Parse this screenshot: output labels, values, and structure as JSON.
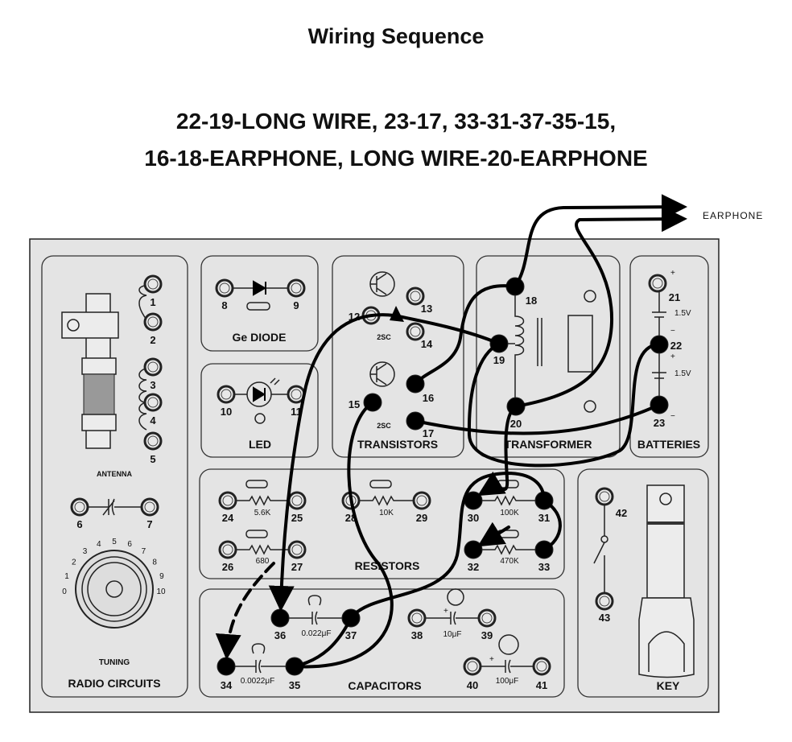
{
  "title": "Wiring Sequence",
  "sequence_line1": "22-19-LONG WIRE, 23-17, 33-31-37-35-15,",
  "sequence_line2": "16-18-EARPHONE, LONG WIRE-20-EARPHONE",
  "earphone_label": "EARPHONE",
  "sections": {
    "antenna": "ANTENNA",
    "radio_circuits": "RADIO CIRCUITS",
    "tuning": "TUNING",
    "diode": "Ge DIODE",
    "led": "LED",
    "transistors": "TRANSISTORS",
    "transistor_type": "2SC",
    "transformer": "TRANSFORMER",
    "batteries": "BATTERIES",
    "battery_voltage": "1.5V",
    "resistors": "RESISTORS",
    "capacitors": "CAPACITORS",
    "key": "KEY"
  },
  "components": {
    "r_24_25": "5.6K",
    "r_26_27": "680",
    "r_28_29": "10K",
    "r_30_31": "100K",
    "r_32_33": "470K",
    "c_36_37": "0.022μF",
    "c_34_35": "0.0022μF",
    "c_38_39": "10μF",
    "c_40_41": "100μF"
  },
  "polarity": {
    "plus": "+",
    "minus": "−"
  },
  "dial_numbers": [
    "0",
    "1",
    "2",
    "3",
    "4",
    "5",
    "6",
    "7",
    "8",
    "9",
    "10"
  ],
  "terminals": [
    {
      "id": "1",
      "connected": false
    },
    {
      "id": "2",
      "connected": false
    },
    {
      "id": "3",
      "connected": false
    },
    {
      "id": "4",
      "connected": false
    },
    {
      "id": "5",
      "connected": false
    },
    {
      "id": "6",
      "connected": false
    },
    {
      "id": "7",
      "connected": false
    },
    {
      "id": "8",
      "connected": false
    },
    {
      "id": "9",
      "connected": false
    },
    {
      "id": "10",
      "connected": false
    },
    {
      "id": "11",
      "connected": false
    },
    {
      "id": "12",
      "connected": false
    },
    {
      "id": "13",
      "connected": false
    },
    {
      "id": "14",
      "connected": false
    },
    {
      "id": "15",
      "connected": true
    },
    {
      "id": "16",
      "connected": true
    },
    {
      "id": "17",
      "connected": true
    },
    {
      "id": "18",
      "connected": true
    },
    {
      "id": "19",
      "connected": true
    },
    {
      "id": "20",
      "connected": true
    },
    {
      "id": "21",
      "connected": false
    },
    {
      "id": "22",
      "connected": true
    },
    {
      "id": "23",
      "connected": true
    },
    {
      "id": "24",
      "connected": false
    },
    {
      "id": "25",
      "connected": false
    },
    {
      "id": "26",
      "connected": false
    },
    {
      "id": "27",
      "connected": false
    },
    {
      "id": "28",
      "connected": false
    },
    {
      "id": "29",
      "connected": false
    },
    {
      "id": "30",
      "connected": true
    },
    {
      "id": "31",
      "connected": true
    },
    {
      "id": "32",
      "connected": true
    },
    {
      "id": "33",
      "connected": true
    },
    {
      "id": "34",
      "connected": true
    },
    {
      "id": "35",
      "connected": true
    },
    {
      "id": "36",
      "connected": true
    },
    {
      "id": "37",
      "connected": true
    },
    {
      "id": "38",
      "connected": false
    },
    {
      "id": "39",
      "connected": false
    },
    {
      "id": "40",
      "connected": false
    },
    {
      "id": "41",
      "connected": false
    },
    {
      "id": "42",
      "connected": false
    },
    {
      "id": "43",
      "connected": false
    }
  ]
}
